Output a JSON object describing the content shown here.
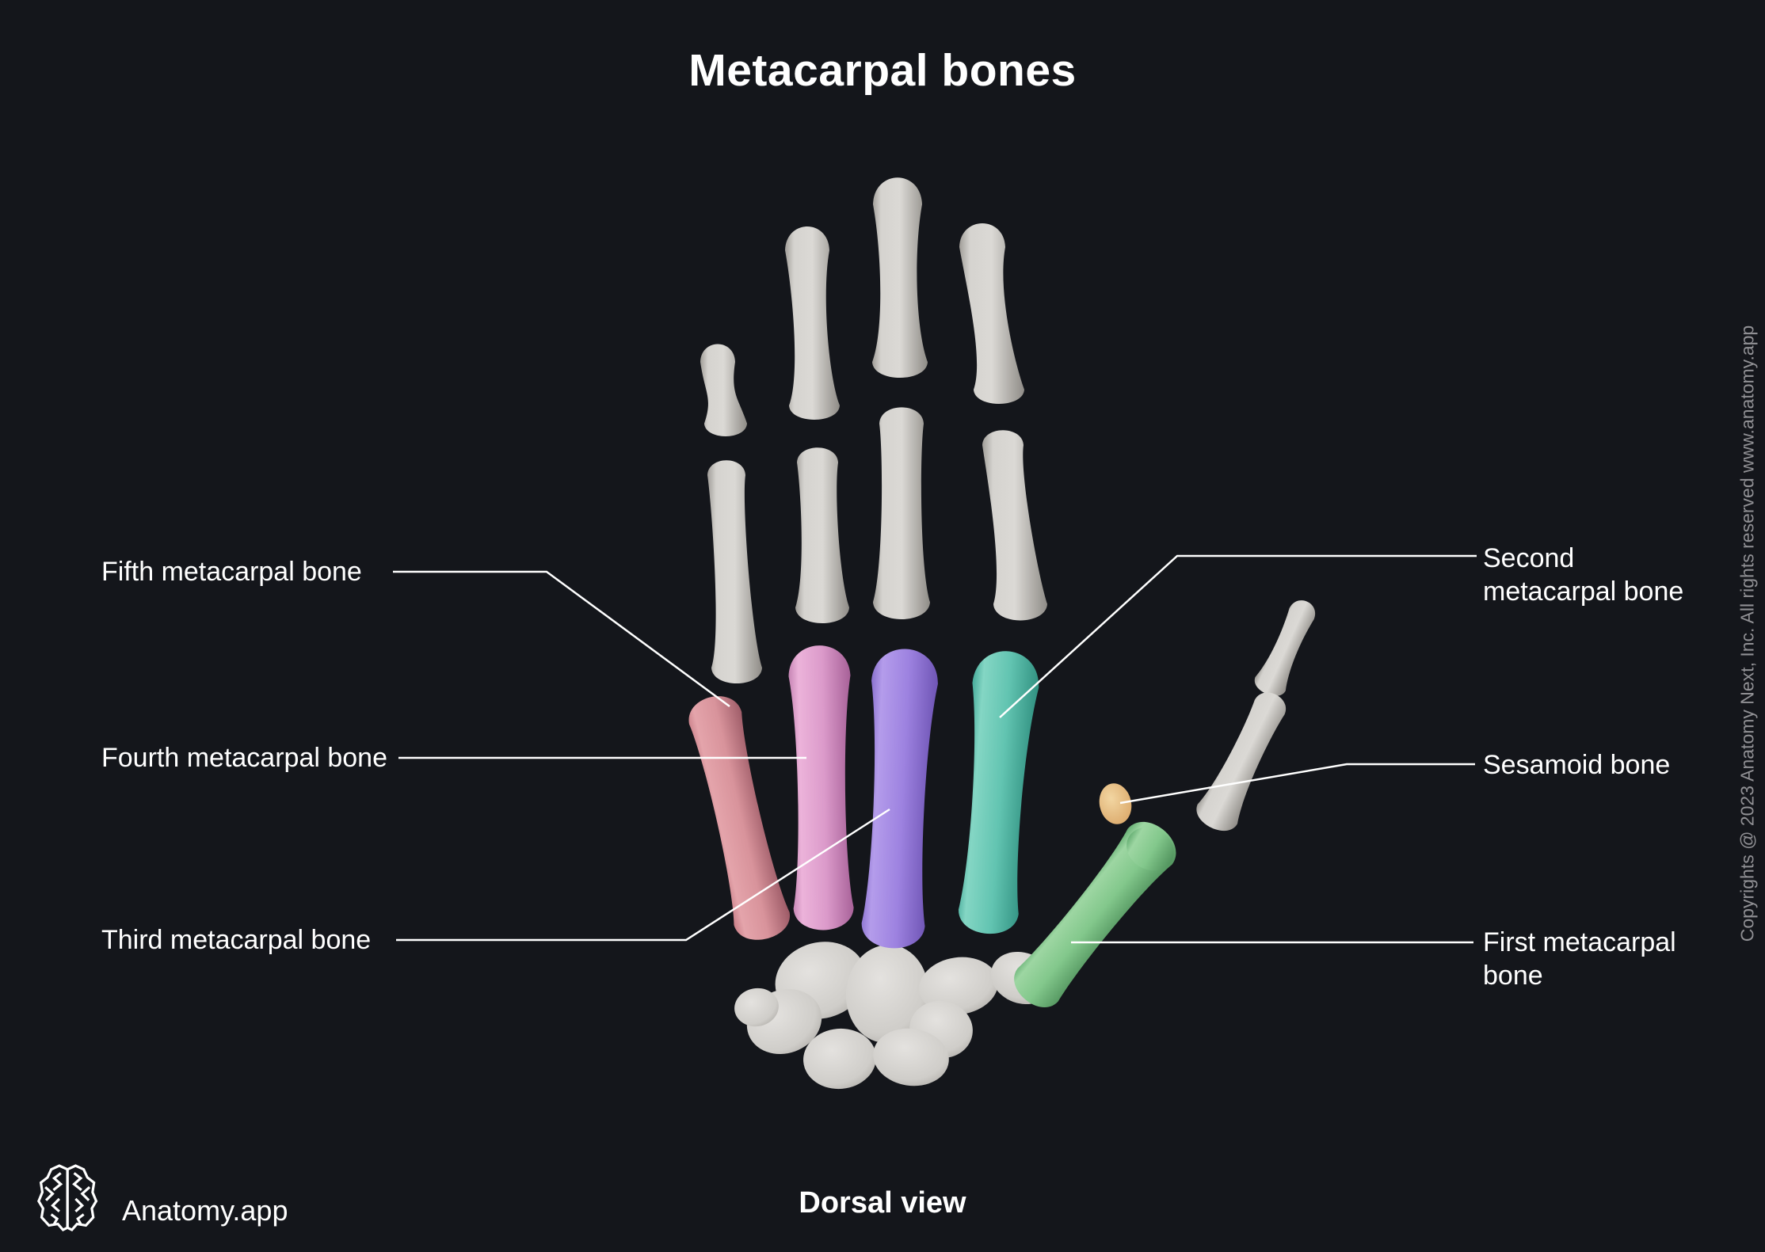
{
  "title": "Metacarpal bones",
  "view_label": "Dorsal view",
  "brand": {
    "name": "Anatomy.app",
    "logo_icon": "brain-icon"
  },
  "copyright": "Copyrights @ 2023 Anatomy Next, Inc. All rights reserved www.anatomy.app",
  "labels": {
    "left": [
      {
        "id": "fifth-metacarpal",
        "text": "Fifth metacarpal bone"
      },
      {
        "id": "fourth-metacarpal",
        "text": "Fourth metacarpal bone"
      },
      {
        "id": "third-metacarpal",
        "text": "Third metacarpal bone"
      }
    ],
    "right": [
      {
        "id": "second-metacarpal",
        "text": "Second metacarpal bone"
      },
      {
        "id": "sesamoid",
        "text": "Sesamoid bone"
      },
      {
        "id": "first-metacarpal",
        "text": "First metacarpal bone"
      }
    ]
  },
  "bone_colors": {
    "first_metacarpal": "#83c88c",
    "second_metacarpal": "#62c4b1",
    "third_metacarpal": "#9d82e0",
    "fourth_metacarpal": "#db9aca",
    "fifth_metacarpal": "#d8939b",
    "sesamoid": "#e2b277",
    "phalanges_and_carpals": "#d5d3cf"
  },
  "style_colors": {
    "background": "#14161b",
    "label_text": "#ffffff",
    "leader_line": "#ffffff",
    "copyright_text": "#909094"
  }
}
